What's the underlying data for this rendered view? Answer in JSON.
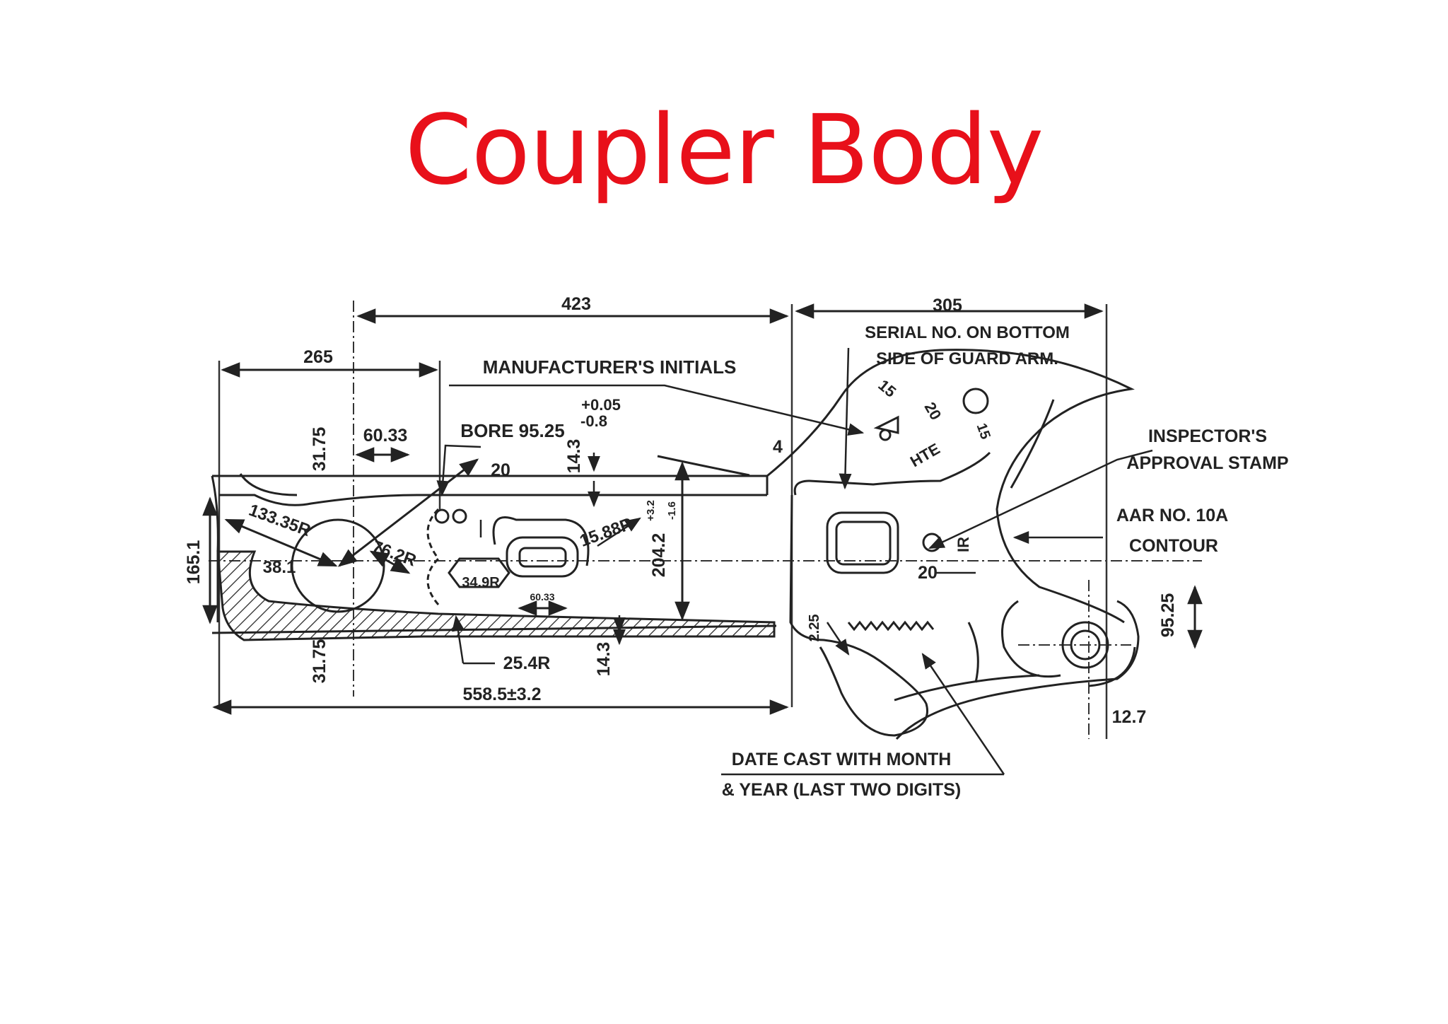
{
  "slide": {
    "title": "Coupler Body"
  },
  "drawing": {
    "dimensions": {
      "d423": "423",
      "d305": "305",
      "d265": "265",
      "d60_33": "60.33",
      "d31_75_top": "31.75",
      "d20_top": "20",
      "d14_3_top": "14.3",
      "d4": "4",
      "d133_35r": "133.35R",
      "d76_2r": "76.2R",
      "d38_1": "38.1",
      "d34_9r": "34.9R",
      "d15_88r": "15.88R",
      "d204_2": "204.2",
      "d204_2_tol_plus": "+3.2",
      "d204_2_tol_minus": "-1.6",
      "d165_1": "165.1",
      "d60_33_small": "60.33",
      "d25_4r": "25.4R",
      "d14_3_bottom": "14.3",
      "d31_75_bottom": "31.75",
      "d558_5": "558.5±3.2",
      "d2_25": "2.25",
      "d20_right": "20",
      "d95_25": "95.25",
      "d12_7": "12.7",
      "bore": "BORE 95.25",
      "bore_tol_plus": "+0.05",
      "bore_tol_minus": "-0.8"
    },
    "labels": {
      "manufacturers_initials": "MANUFACTURER'S INITIALS",
      "serial_line1": "SERIAL NO. ON BOTTOM",
      "serial_line2": "SIDE OF GUARD ARM.",
      "inspector_line1": "INSPECTOR'S",
      "inspector_line2": "APPROVAL STAMP",
      "aar_line1": "AAR NO. 10A",
      "aar_line2": "CONTOUR",
      "date_line1": "DATE CAST WITH MONTH",
      "date_line2": "& YEAR (LAST TWO DIGITS)",
      "marking_15a": "15",
      "marking_20": "20",
      "marking_15b": "15",
      "marking_hte": "HTE",
      "marking_ir": "IR"
    }
  }
}
